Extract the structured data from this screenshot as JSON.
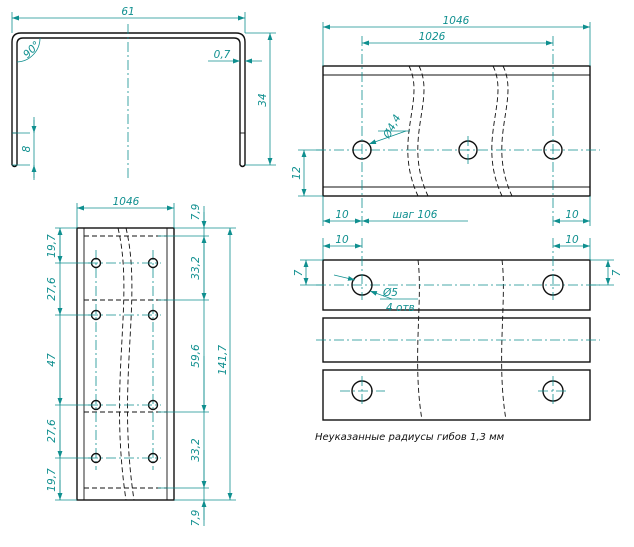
{
  "colors": {
    "part_line": "#111111",
    "dimension_line": "#0f8f8f",
    "dimension_text": "#0f8f8f",
    "center_line": "#0f8f8f",
    "background": "#ffffff"
  },
  "profile_view": {
    "width_label": "61",
    "angle_label": "90°",
    "thickness_label": "0,7",
    "height_label": "34",
    "lip_label": "8"
  },
  "top_right_view": {
    "overall_width_label": "1046",
    "hole_span_label": "1026",
    "hole_diameter_label": "Ø4,4",
    "hole_height_label": "12",
    "left_margin_label": "10",
    "pitch_label": "шаг 106",
    "right_margin_label": "10"
  },
  "bottom_right_view": {
    "left_margin_label": "10",
    "right_margin_label": "10",
    "left_offset_label": "7",
    "right_offset_label": "7",
    "hole_diameter_label": "Ø5",
    "hole_count_label": "4 отв"
  },
  "left_view": {
    "width_label": "1046",
    "top_right_label": "7,9",
    "bottom_right_label": "7,9",
    "left_dims": [
      "19,7",
      "27,6",
      "47",
      "27,6",
      "19,7"
    ],
    "right_dims": [
      "33,2",
      "59,6",
      "33,2"
    ],
    "total_label": "141,7"
  },
  "note": {
    "text": "Неуказанные радиусы гибов 1,3 мм"
  }
}
